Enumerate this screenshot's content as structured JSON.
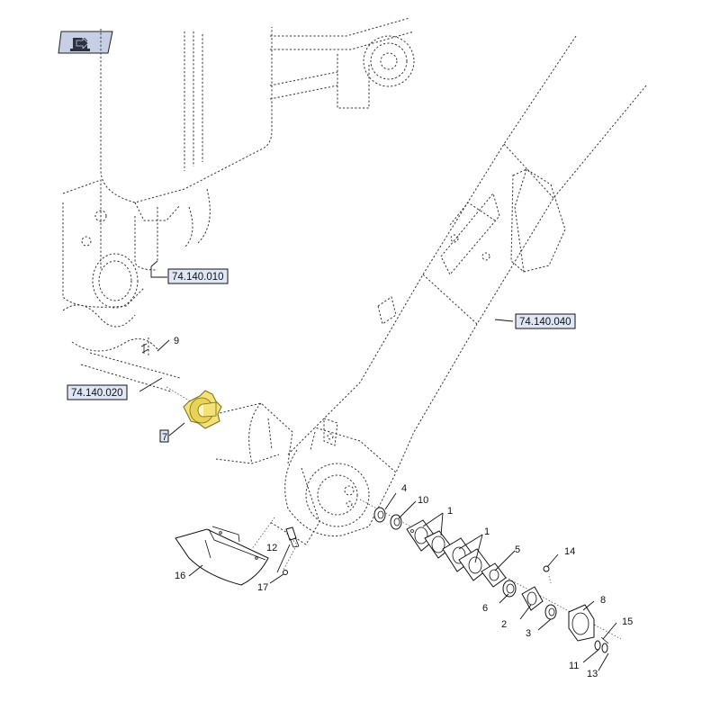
{
  "diagram": {
    "references": {
      "ref_010": "74.140.010",
      "ref_020": "74.140.020",
      "ref_040": "74.140.040"
    },
    "callouts": {
      "c1a": "1",
      "c1b": "1",
      "c2": "2",
      "c3": "3",
      "c4": "4",
      "c5": "5",
      "c6": "6",
      "c7": "7",
      "c8": "8",
      "c9": "9",
      "c10": "10",
      "c11": "11",
      "c12": "12",
      "c13": "13",
      "c14": "14",
      "c15": "15",
      "c16": "16",
      "c17": "17"
    },
    "highlight_part": "7",
    "colors": {
      "reference_box": "#dfe7f7",
      "highlight": "#f3e27a",
      "nav_button": "#c7cfe4"
    },
    "icons": {
      "nav": "book-arrow-icon"
    }
  }
}
